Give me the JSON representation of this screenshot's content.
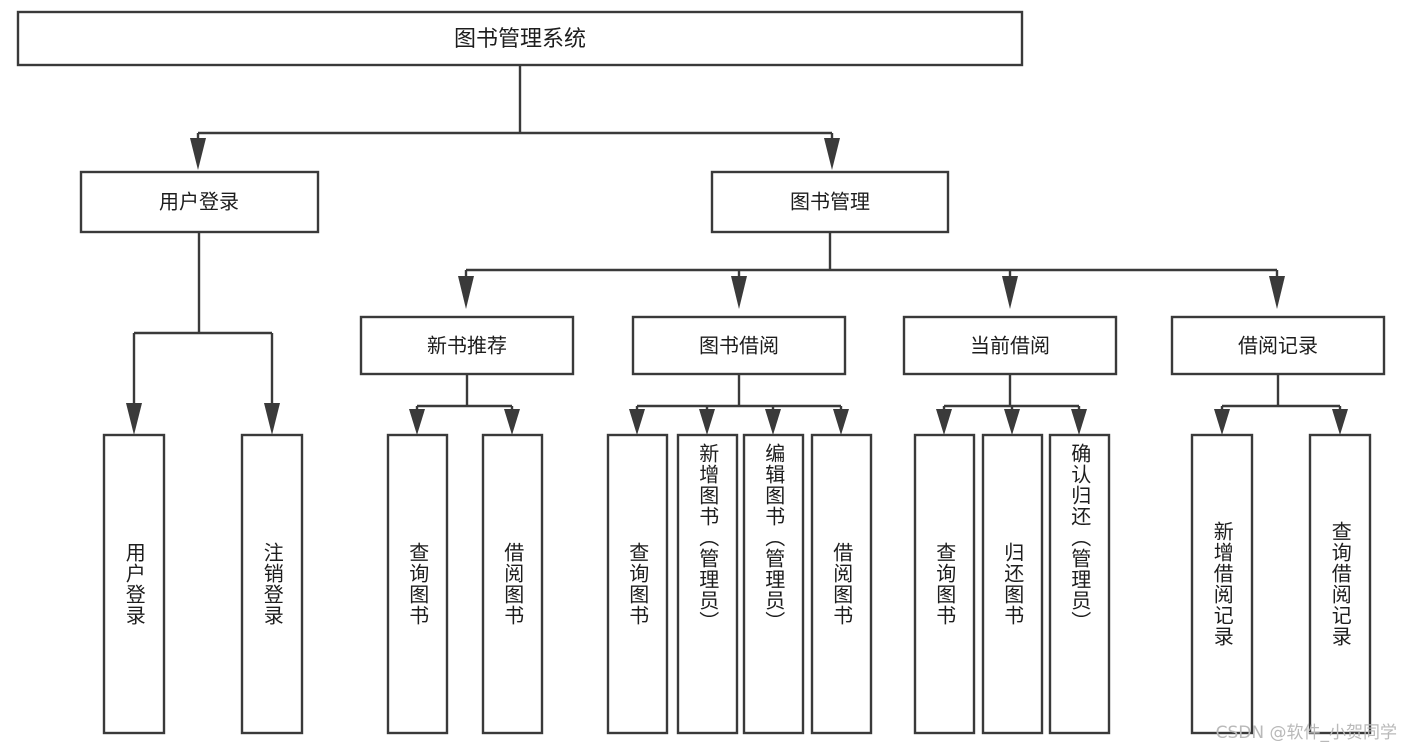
{
  "diagram": {
    "title": "图书管理系统",
    "type": "tree",
    "root": {
      "id": "root",
      "label": "图书管理系统",
      "level": 0
    },
    "level2": [
      {
        "id": "user-login",
        "label": "用户登录"
      },
      {
        "id": "book-management",
        "label": "图书管理"
      }
    ],
    "level3": [
      {
        "id": "new-book-recommend",
        "label": "新书推荐",
        "parent": "book-management"
      },
      {
        "id": "book-borrow",
        "label": "图书借阅",
        "parent": "book-management"
      },
      {
        "id": "current-borrow",
        "label": "当前借阅",
        "parent": "book-management"
      },
      {
        "id": "borrow-record",
        "label": "借阅记录",
        "parent": "book-management"
      }
    ],
    "leaves": [
      {
        "id": "leaf-user-login",
        "label": "用户登录",
        "parent": "user-login"
      },
      {
        "id": "leaf-logout-login",
        "label": "注销登录",
        "parent": "user-login"
      },
      {
        "id": "leaf-query-book-1",
        "label": "查询图书",
        "parent": "new-book-recommend"
      },
      {
        "id": "leaf-borrow-book-1",
        "label": "借阅图书",
        "parent": "new-book-recommend"
      },
      {
        "id": "leaf-query-book-2",
        "label": "查询图书",
        "parent": "book-borrow"
      },
      {
        "id": "leaf-add-book",
        "label": "新增图书（管理员）",
        "parent": "book-borrow"
      },
      {
        "id": "leaf-edit-book",
        "label": "编辑图书（管理员）",
        "parent": "book-borrow"
      },
      {
        "id": "leaf-borrow-book-2",
        "label": "借阅图书",
        "parent": "book-borrow"
      },
      {
        "id": "leaf-query-book-3",
        "label": "查询图书",
        "parent": "current-borrow"
      },
      {
        "id": "leaf-return-book",
        "label": "归还图书",
        "parent": "current-borrow"
      },
      {
        "id": "leaf-confirm-return",
        "label": "确认归还（管理员）",
        "parent": "current-borrow"
      },
      {
        "id": "leaf-add-borrow-record",
        "label": "新增借阅记录",
        "parent": "borrow-record"
      },
      {
        "id": "leaf-query-borrow-record",
        "label": "查询借阅记录",
        "parent": "borrow-record"
      }
    ]
  },
  "watermark": {
    "text": "CSDN @软件_小贺同学"
  },
  "colors": {
    "border": "#3a3a3a",
    "box_fill": "#ffffff",
    "text": "#1d1d1d",
    "watermark": "#b9b9b9",
    "background": "#ffffff"
  }
}
